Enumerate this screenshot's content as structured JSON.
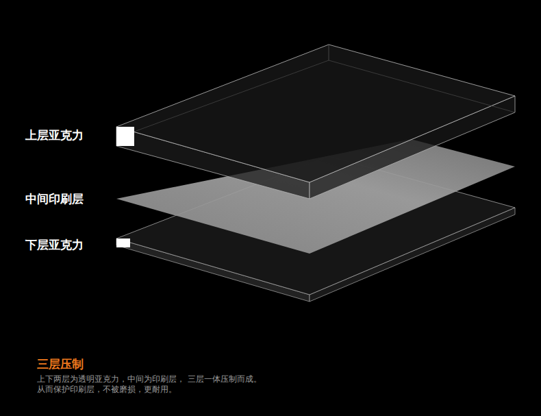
{
  "diagram": {
    "title": "三层压制",
    "caption": "上下两层为透明亚克力，中间为印刷层， 三层一体压制而成。从而保护印刷层，不被磨损，更耐用。",
    "labels": [
      "上层亚克力",
      "中间印刷层",
      "下层亚克力"
    ]
  }
}
